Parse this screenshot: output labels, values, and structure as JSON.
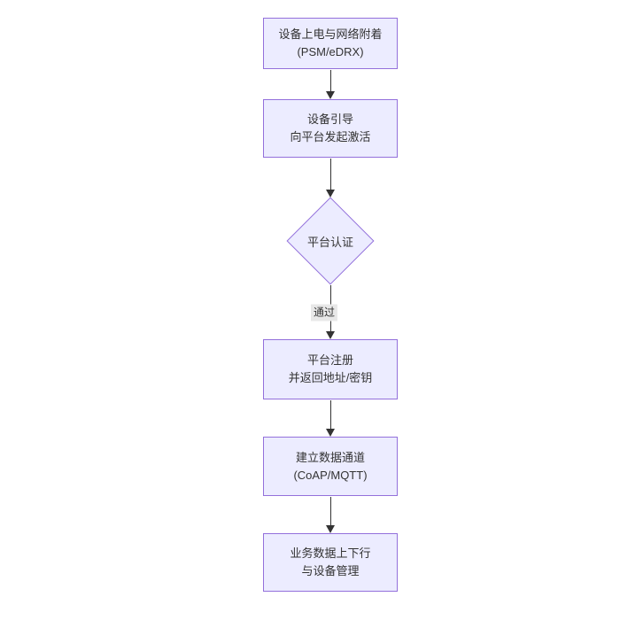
{
  "diagram": {
    "type": "flowchart",
    "direction": "top-down",
    "colors": {
      "background": "#ffffff",
      "node_fill": "#ECECFF",
      "node_border": "#9370DB",
      "text": "#333333",
      "edge_line": "#333333",
      "edge_label_bg": "#e8e8e8"
    },
    "nodes": [
      {
        "id": "power-attach",
        "shape": "rect",
        "lines": [
          "设备上电与网络附着",
          "(PSM/eDRX)"
        ]
      },
      {
        "id": "bootstrap",
        "shape": "rect",
        "lines": [
          "设备引导",
          "向平台发起激活"
        ]
      },
      {
        "id": "platform-auth",
        "shape": "diamond",
        "lines": [
          "平台认证"
        ]
      },
      {
        "id": "register",
        "shape": "rect",
        "lines": [
          "平台注册",
          "并返回地址/密钥"
        ]
      },
      {
        "id": "data-channel",
        "shape": "rect",
        "lines": [
          "建立数据通道",
          "(CoAP/MQTT)"
        ]
      },
      {
        "id": "business",
        "shape": "rect",
        "lines": [
          "业务数据上下行",
          "与设备管理"
        ]
      }
    ],
    "edges": [
      {
        "from": "power-attach",
        "to": "bootstrap",
        "label": ""
      },
      {
        "from": "bootstrap",
        "to": "platform-auth",
        "label": ""
      },
      {
        "from": "platform-auth",
        "to": "register",
        "label": "通过"
      },
      {
        "from": "register",
        "to": "data-channel",
        "label": ""
      },
      {
        "from": "data-channel",
        "to": "business",
        "label": ""
      }
    ]
  }
}
